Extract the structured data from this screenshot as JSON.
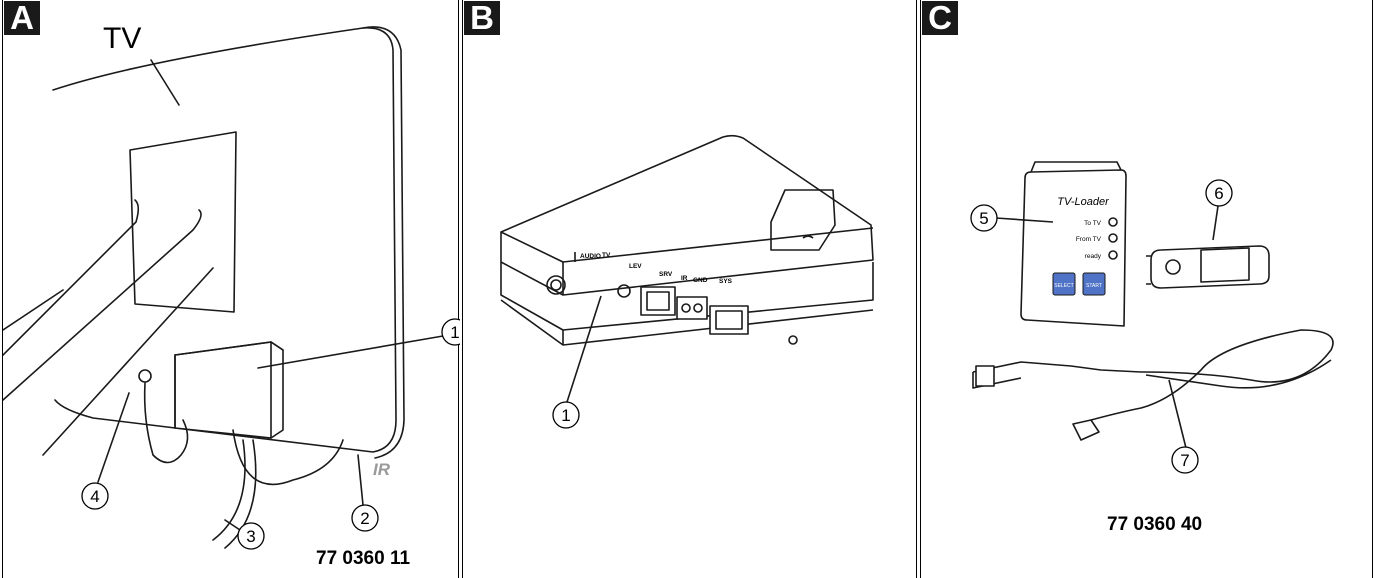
{
  "panels": [
    {
      "letter": "A",
      "labels": {
        "tv": "TV",
        "ir": "IR"
      },
      "callouts": [
        "1",
        "2",
        "3",
        "4"
      ],
      "part_number": "77 0360 11"
    },
    {
      "letter": "B",
      "callouts": [
        "1"
      ],
      "port_labels": {
        "audio": "AUDIO",
        "tv": "TV",
        "lev": "LEV",
        "srv": "SRV",
        "ir": "IR",
        "gnd": "GND",
        "sys": "SYS"
      }
    },
    {
      "letter": "C",
      "callouts": [
        "5",
        "6",
        "7"
      ],
      "loader": {
        "title": "TV-Loader",
        "leds": [
          "To TV",
          "From TV",
          "ready"
        ],
        "buttons": [
          "SELECT",
          "START"
        ]
      },
      "part_number": "77 0360 40"
    }
  ],
  "colors": {
    "button_blue": "#4f74c7",
    "line": "#1a1a1a",
    "ir_gray": "#9a9a9a"
  }
}
